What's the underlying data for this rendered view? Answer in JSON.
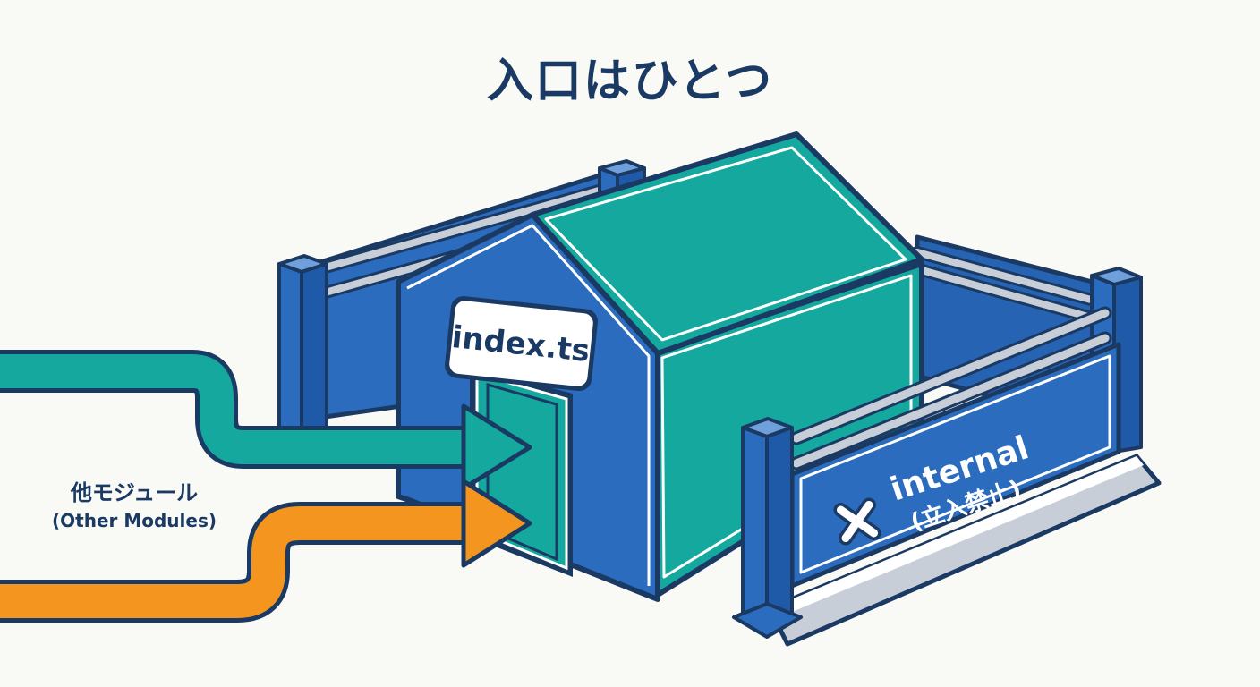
{
  "title": "入口はひとつ",
  "entry_file": "index.ts",
  "other_modules": {
    "label": "他モジュール",
    "sublabel": "(Other Modules)"
  },
  "internal": {
    "label": "internal",
    "sublabel": "(立入禁止)",
    "icon": "cross-icon"
  },
  "colors": {
    "navy": "#1a3a63",
    "blue": "#2b6cbf",
    "teal": "#14a89e",
    "orange": "#f3951f",
    "rail": "#c7ced8",
    "background": "#f9f9f6"
  }
}
